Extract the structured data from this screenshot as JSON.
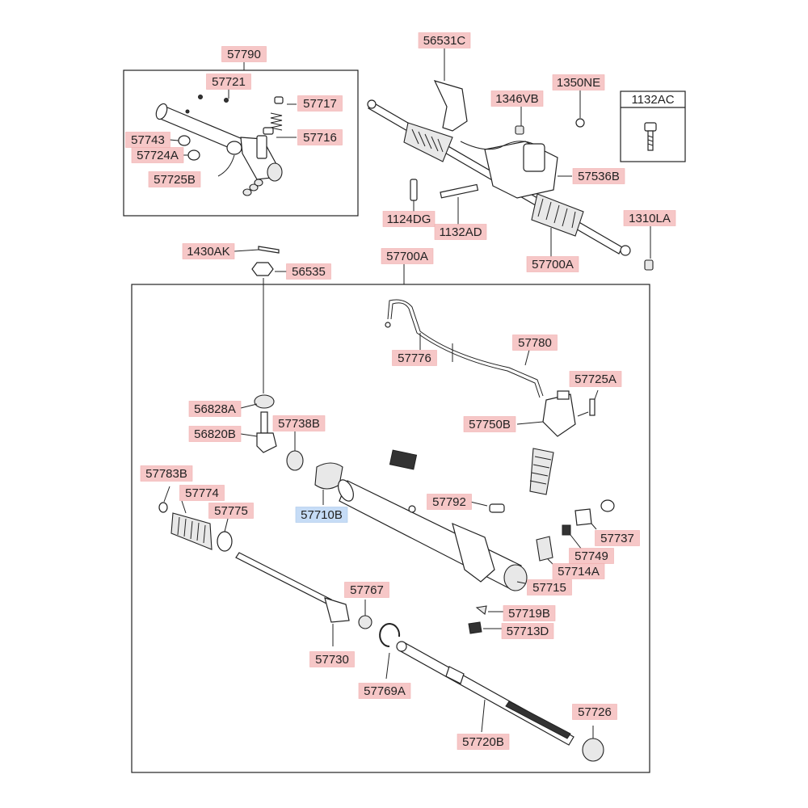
{
  "diagram_title": "",
  "part_labels": {
    "p57790": "57790",
    "p57721": "57721",
    "p57717": "57717",
    "p57716": "57716",
    "p57743": "57743",
    "p57724A": "57724A",
    "p57725B": "57725B",
    "p56531C": "56531C",
    "p1346VB": "1346VB",
    "p1350NE": "1350NE",
    "p1132AC": "1132AC",
    "p57536B": "57536B",
    "p1124DG": "1124DG",
    "p1132AD": "1132AD",
    "p1310LA": "1310LA",
    "p57700A_top": "57700A",
    "p1430AK": "1430AK",
    "p56535": "56535",
    "p57700A_box": "57700A",
    "p57776": "57776",
    "p57780": "57780",
    "p57725A": "57725A",
    "p56828A": "56828A",
    "p56820B": "56820B",
    "p57738B": "57738B",
    "p57750B": "57750B",
    "p57783B": "57783B",
    "p57774": "57774",
    "p57775": "57775",
    "p57710B": "57710B",
    "p57792": "57792",
    "p57737": "57737",
    "p57749": "57749",
    "p57714A": "57714A",
    "p57715": "57715",
    "p57767": "57767",
    "p57719B": "57719B",
    "p57713D": "57713D",
    "p57730": "57730",
    "p57769A": "57769A",
    "p57726": "57726",
    "p57720B": "57720B"
  },
  "highlighted_part": "57710B",
  "colors": {
    "label_fill": "#f6c7c7",
    "highlight_fill": "#c6dcf6",
    "line": "#222222"
  }
}
